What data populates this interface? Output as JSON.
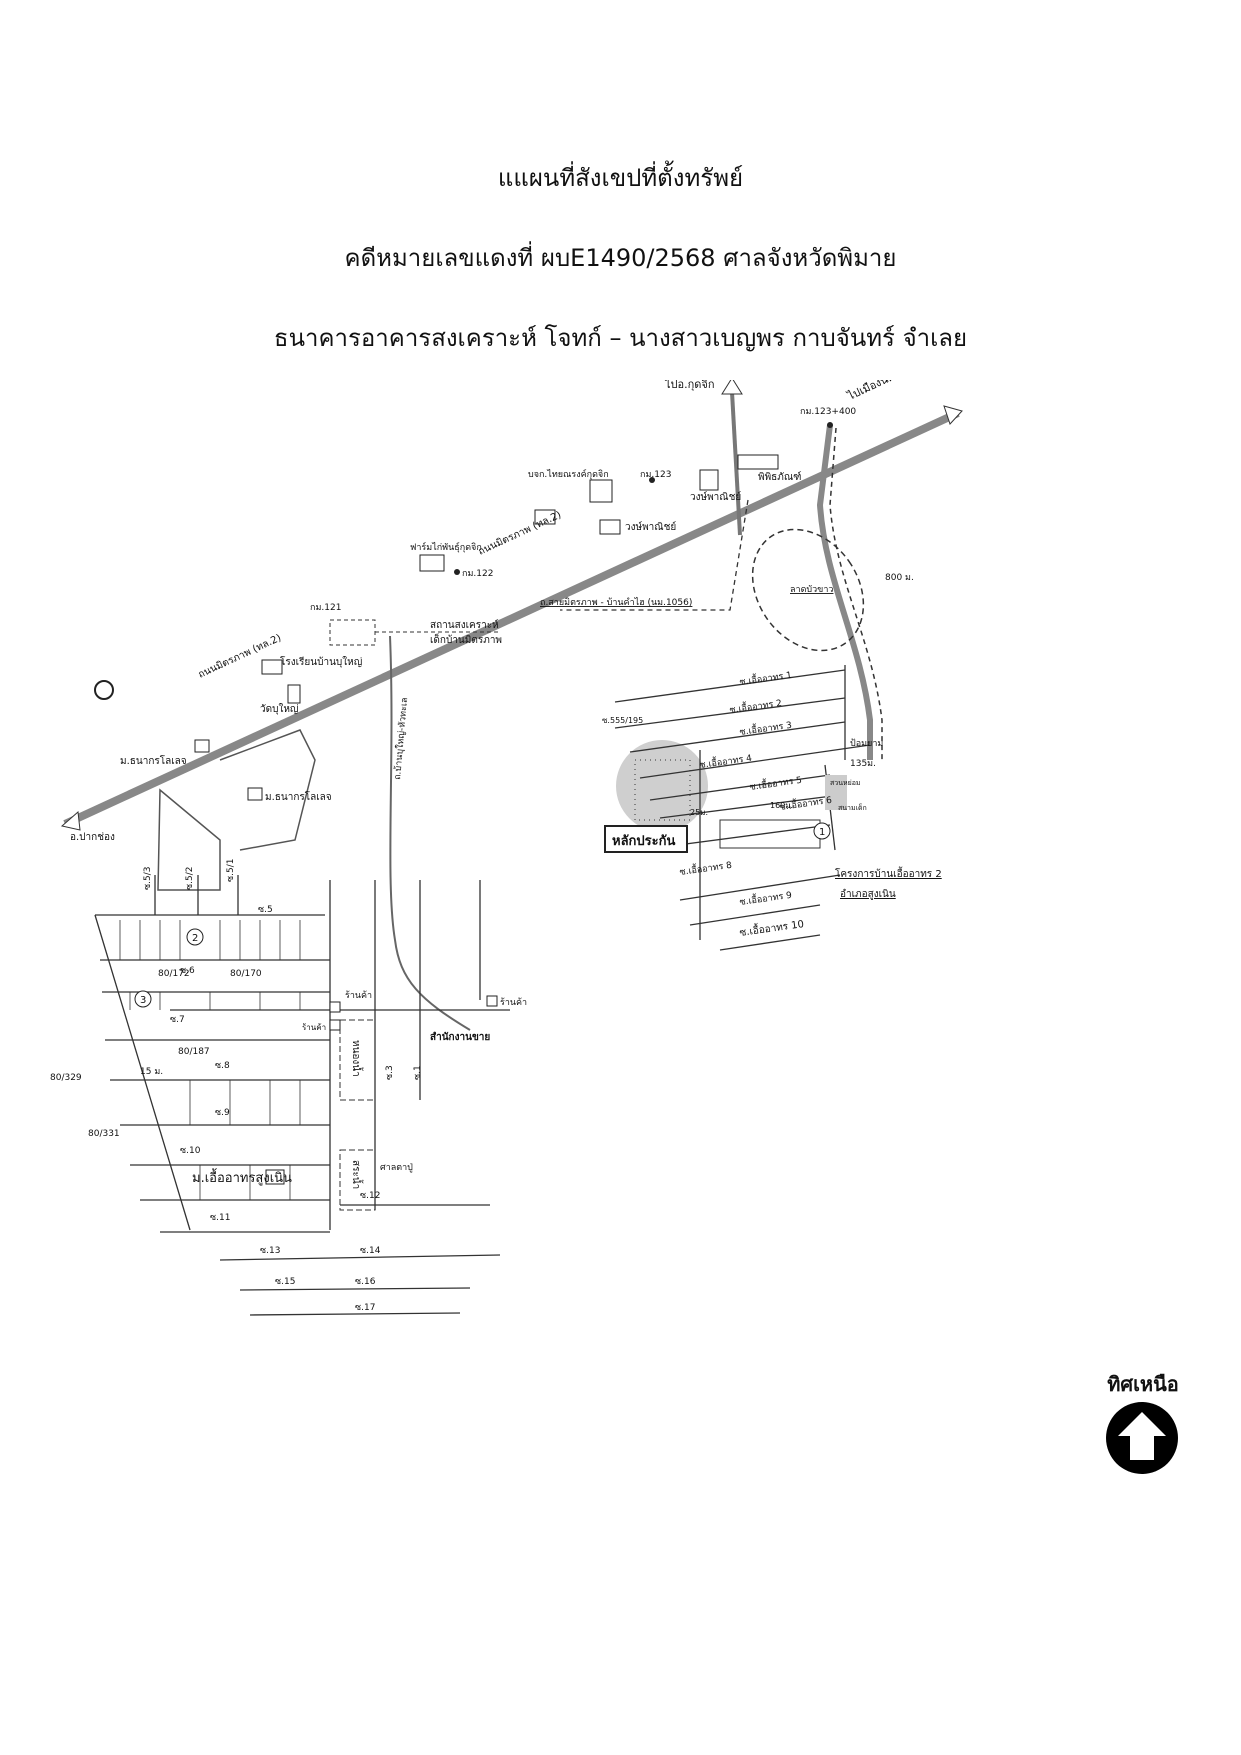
{
  "header": {
    "title": "แแผนที่สังเขปที่ตั้งทรัพย์",
    "case_line": "คดีหมายเลขแดงที่ ผบE1490/2568 ศาลจังหวัดพิมาย",
    "parties_line": "ธนาคารอาคารสงเคราะห์ โจทก์ – นางสาวเบญพร  กาบจันทร์ จำเลย"
  },
  "map": {
    "labels": {
      "to_kut_chik": "ไปอ.กุดจิก",
      "to_nakhon_ratchasima": "ไปเมืองนครราชสีมา",
      "km_123_400": "กม.123+400",
      "thai_nong_factory": "บจก.ไทยณรงค์กุดจิก",
      "km_123": "กม.123",
      "wongpanich_1": "วงษ์พาณิชย์",
      "wongpanich_2": "วงษ์พาณิชย์",
      "museum": "พิพิธภัณฑ์",
      "chicken_farm": "ฟาร์มไก่พันธุ์กุดจิก",
      "mittraphap_road_1": "ถนนมิตรภาพ (ทล.2)",
      "mittraphap_road_2": "ถนนมิตรภาพ (ทล.2)",
      "km_122": "กม.122",
      "km_121": "กม.121",
      "side_road": "ถ.สายมิตรภาพ - บ้านคำไฮ (นม.1056)",
      "lake": "ลาดบัวขาว",
      "dist_800": "800 ม.",
      "welfare_home_1": "สถานสงเคราะห์",
      "welfare_home_2": "เด็กบ้านมิตรภาพ",
      "school": "โรงเรียนบ้านบุใหญ่",
      "wat": "วัดบุใหญ่",
      "to_pak_chong": "อ.ปากช่อง",
      "village_a": "ม.ธนากรโลเลจ",
      "village_b": "ม.ธนากรโลเลจ",
      "road_ban_bu": "ถ.บ้านบุใหญ่-หัวทะเล",
      "soi_1": "ซ.เอื้ออาทร 1",
      "soi_2": "ซ.เอื้ออาทร 2",
      "soi_3": "ซ.เอื้ออาทร 3",
      "soi_4": "ซ.เอื้ออาทร 4",
      "soi_5": "ซ.เอื้ออาทร 5",
      "soi_6": "ซ.เอื้ออาทร 6",
      "soi_8": "ซ.เอื้ออาทร 8",
      "soi_9": "ซ.เอื้ออาทร 9",
      "soi_10": "ซ.เอื้ออาทร 10",
      "plot_555": "ซ.555/195",
      "guard": "ป้อมยาม",
      "dist_135": "135ม.",
      "dist_160": "160ม.",
      "dist_25": "25ม.",
      "garden": "สวนหย่อม",
      "park": "สนามเด็ก",
      "collateral": "หลักประกัน",
      "marker_1": "1",
      "project_1": "โครงการบ้านเอื้ออาทร 2",
      "project_2": "อำเภอสูงเนิน",
      "s53": "ซ.5/3",
      "s52": "ซ.5/2",
      "s51": "ซ.5/1",
      "s5": "ซ.5",
      "s6": "ซ.6",
      "s7": "ซ.7",
      "s8": "ซ.8",
      "s9": "ซ.9",
      "s10": "ซ.10",
      "s11": "ซ.11",
      "s12": "ซ.12",
      "s13": "ซ.13",
      "s14": "ซ.14",
      "s15": "ซ.15",
      "s16": "ซ.16",
      "s17": "ซ.17",
      "s3": "ซ.3",
      "s1": "ซ.1",
      "p80_172": "80/172",
      "p80_170": "80/170",
      "p80_187": "80/187",
      "p80_329": "80/329",
      "p80_331": "80/331",
      "m15": "15 ม.",
      "marker_2": "2",
      "marker_3": "3",
      "shop_1": "ร้านค้า",
      "shop_2": "ร้านค้า",
      "shop_3": "ร้านค้า",
      "sales_office": "สำนักงานขาย",
      "pond": "หนองน้ำ",
      "pool": "สระน้ำ",
      "shrine": "ศาลตาปู่",
      "village_sung_noen": "ม.เอื้ออาทรสูงเนิน"
    }
  },
  "compass": {
    "label": "ทิศเหนือ",
    "icon": "north-arrow-icon"
  }
}
